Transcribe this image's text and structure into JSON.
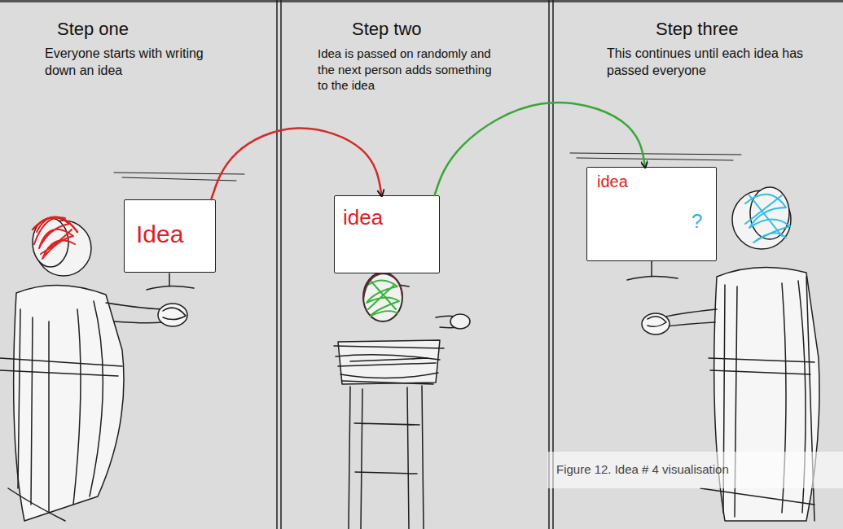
{
  "diagram": {
    "caption": "Figure 12. Idea # 4 visualisation",
    "nodes": [
      {
        "text": [
          "Step one",
          "Everyone starts with writing down an idea"
        ]
      },
      {
        "text": [
          "Idea"
        ],
        "in": 0
      },
      {
        "text": [
          "Step two",
          "Idea is passed on randomly and the next person adds something to the idea"
        ]
      },
      {
        "text": [
          "idea"
        ],
        "in": 2
      },
      {
        "text": [
          "Step three",
          "This continues until each idea has passed everyone"
        ]
      },
      {
        "text": [
          "idea",
          "?"
        ],
        "in": 4
      }
    ],
    "edges": [
      {
        "from": 1,
        "to": 3,
        "arrow": "to"
      },
      {
        "from": 3,
        "to": 5,
        "arrow": "to"
      }
    ]
  }
}
